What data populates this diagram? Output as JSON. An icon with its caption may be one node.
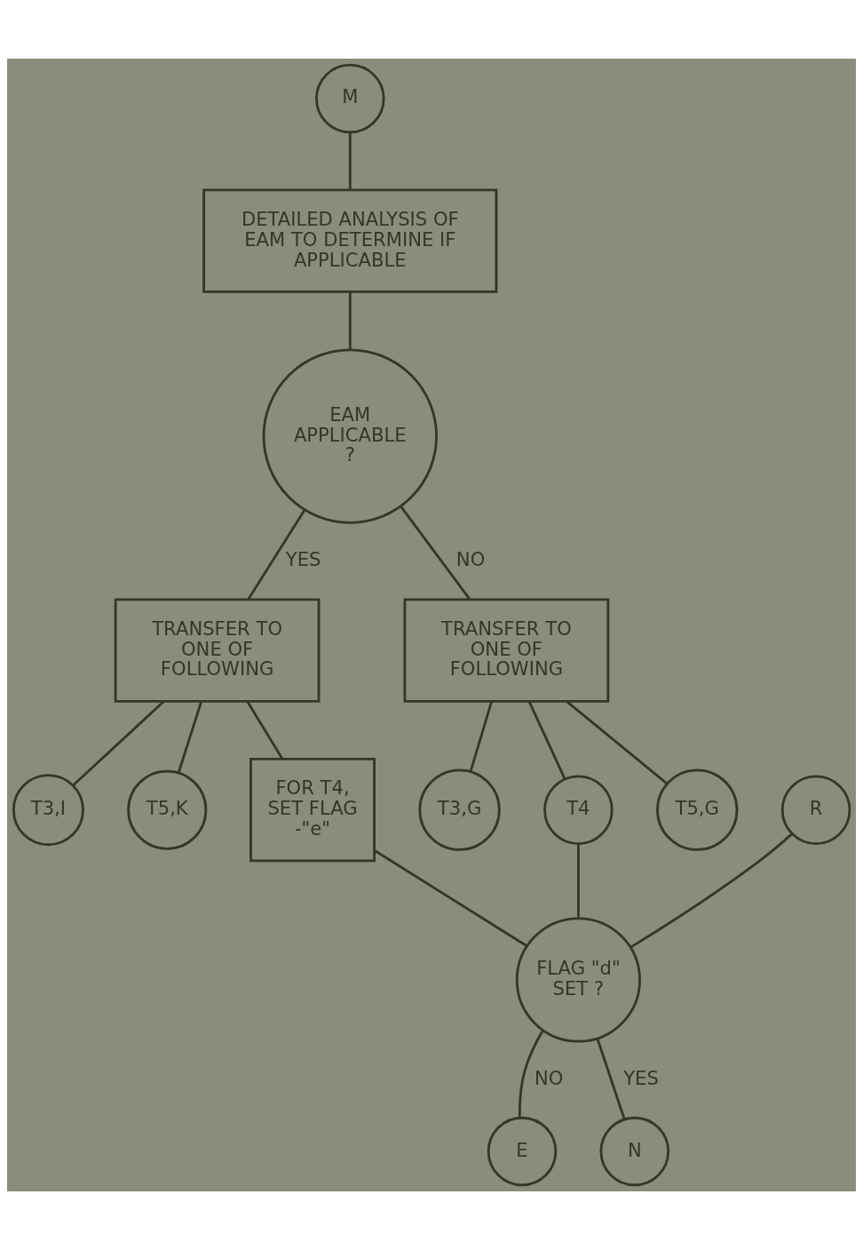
{
  "diagram": {
    "nodes": [
      {
        "text": [
          "M"
        ]
      },
      {
        "text": [
          "DETAILED ANALYSIS OF EAM TO DETERMINE IF APPLICABLE"
        ]
      },
      {
        "text": [
          "EAM APPLICABLE ?"
        ]
      },
      {
        "text": [
          "TRANSFER TO ONE OF FOLLOWING"
        ]
      },
      {
        "text": [
          "TRANSFER TO ONE OF FOLLOWING"
        ]
      },
      {
        "text": [
          "T3,I"
        ]
      },
      {
        "text": [
          "T5,K"
        ]
      },
      {
        "text": [
          "T3,G"
        ]
      },
      {
        "text": [
          "T4"
        ]
      },
      {
        "text": [
          "T5,G"
        ]
      },
      {
        "text": [
          "FOR T4, SET FLAG -\"e\""
        ]
      },
      {
        "text": [
          "R"
        ]
      },
      {
        "text": [
          "FLAG \"d\" SET ?"
        ]
      },
      {
        "text": [
          "E"
        ]
      },
      {
        "text": [
          "N"
        ]
      }
    ],
    "edges": [
      {
        "from": 0,
        "to": 1,
        "arrow": "none"
      },
      {
        "from": 1,
        "to": 2,
        "arrow": "none"
      },
      {
        "from": 2,
        "to": 3,
        "arrow": "none",
        "label": "YES"
      },
      {
        "from": 2,
        "to": 4,
        "arrow": "none",
        "label": "NO"
      },
      {
        "from": 3,
        "to": 5,
        "arrow": "none"
      },
      {
        "from": 3,
        "to": 10,
        "arrow": "none"
      },
      {
        "from": 3,
        "to": 6,
        "arrow": "none"
      },
      {
        "from": 4,
        "to": 7,
        "arrow": "none"
      },
      {
        "from": 4,
        "to": 8,
        "arrow": "none"
      },
      {
        "from": 4,
        "to": 9,
        "arrow": "none"
      },
      {
        "from": 11,
        "to": 12,
        "arrow": "none"
      },
      {
        "from": 10,
        "to": 12,
        "arrow": "none"
      },
      {
        "from": 8,
        "to": 12,
        "arrow": "none"
      },
      {
        "from": 12,
        "to": 13,
        "arrow": "none",
        "label": "NO"
      },
      {
        "from": 12,
        "to": 14,
        "arrow": "none",
        "label": "YES"
      }
    ]
  }
}
